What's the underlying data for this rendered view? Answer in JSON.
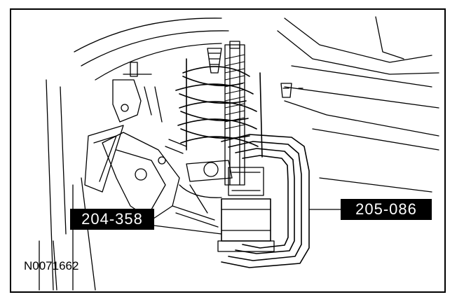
{
  "callouts": {
    "tool_left": "204-358",
    "tool_right": "205-086"
  },
  "figure_code": "N0071662",
  "colors": {
    "ink": "#000000",
    "paper": "#ffffff"
  }
}
